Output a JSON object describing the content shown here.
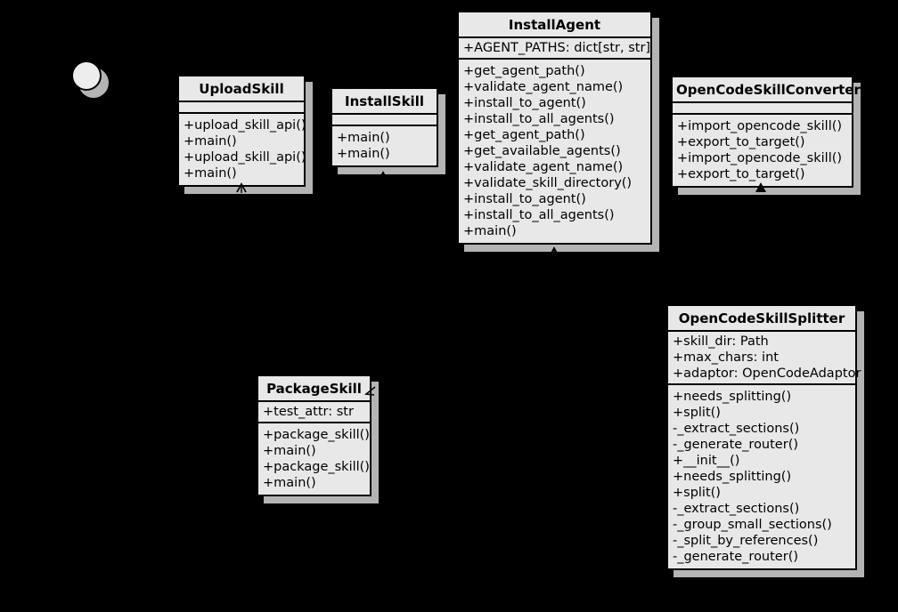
{
  "diagram": {
    "background": "#000000",
    "box_fill": "#e8e8e8",
    "box_border": "#000000",
    "shadow_color": "#b4b4b4",
    "symbols": {
      "lollipop_circle": "interface-circle",
      "open_arrowhead": "generalization-open-arrowhead",
      "filled_arrowhead": "generalization-filled-arrowhead"
    },
    "classes": [
      {
        "name": "UploadSkill",
        "attributes": [],
        "methods": [
          "+upload_skill_api()",
          "+main()",
          "+upload_skill_api()",
          "+main()"
        ]
      },
      {
        "name": "InstallSkill",
        "attributes": [],
        "methods": [
          "+main()",
          "+main()"
        ]
      },
      {
        "name": "InstallAgent",
        "attributes": [
          "+AGENT_PATHS: dict[str, str]"
        ],
        "methods": [
          "+get_agent_path()",
          "+validate_agent_name()",
          "+install_to_agent()",
          "+install_to_all_agents()",
          "+get_agent_path()",
          "+get_available_agents()",
          "+validate_agent_name()",
          "+validate_skill_directory()",
          "+install_to_agent()",
          "+install_to_all_agents()",
          "+main()"
        ]
      },
      {
        "name": "OpenCodeSkillConverter",
        "attributes": [],
        "methods": [
          "+import_opencode_skill()",
          "+export_to_target()",
          "+import_opencode_skill()",
          "+export_to_target()"
        ]
      },
      {
        "name": "PackageSkill",
        "attributes": [
          "+test_attr: str"
        ],
        "methods": [
          "+package_skill()",
          "+main()",
          "+package_skill()",
          "+main()"
        ]
      },
      {
        "name": "OpenCodeSkillSplitter",
        "attributes": [
          "+skill_dir: Path",
          "+max_chars: int",
          "+adaptor: OpenCodeAdaptor"
        ],
        "methods": [
          "+needs_splitting()",
          "+split()",
          "-_extract_sections()",
          "-_generate_router()",
          "+__init__()",
          "+needs_splitting()",
          "+split()",
          "-_extract_sections()",
          "-_group_small_sections()",
          "-_split_by_references()",
          "-_generate_router()"
        ]
      }
    ]
  }
}
